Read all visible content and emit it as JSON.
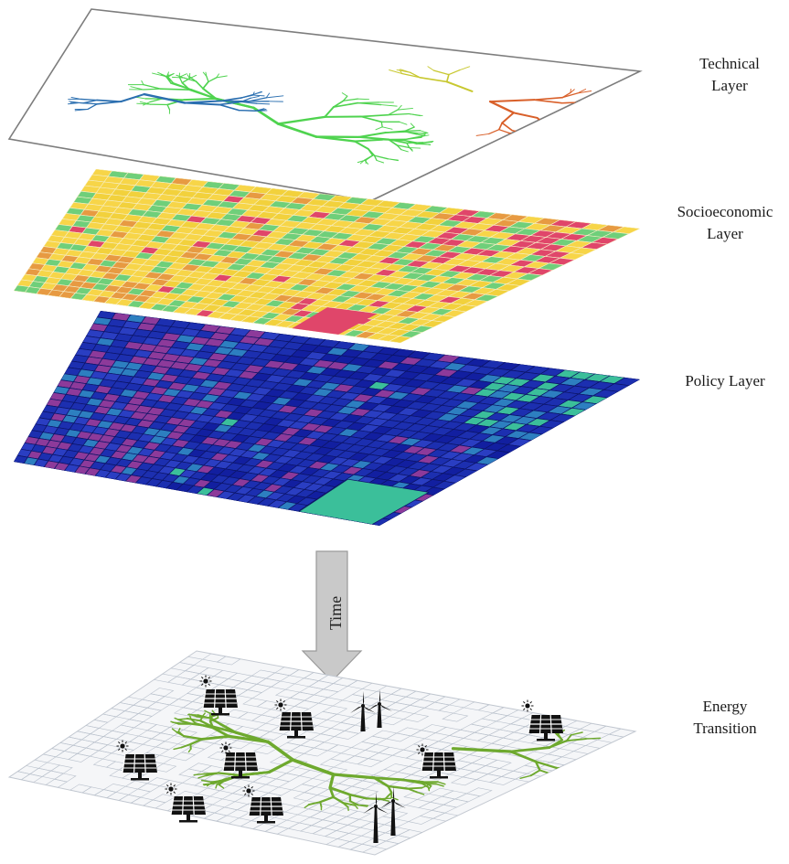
{
  "labels": {
    "technical": [
      "Technical",
      "Layer"
    ],
    "socioeconomic": [
      "Socioeconomic",
      "Layer"
    ],
    "policy": "Policy Layer",
    "energy": [
      "Energy",
      "Transition"
    ],
    "time": "Time"
  },
  "icons": {
    "solar": "solar-panel-icon",
    "wind": "wind-turbine-icon",
    "sun": "sun-icon"
  },
  "colors": {
    "technical_network": [
      "#4fd34f",
      "#2b6fb0",
      "#c8c830",
      "#d9602a"
    ],
    "socioeconomic_palette": [
      "#f7d548",
      "#f2d13c",
      "#6fcf7a",
      "#e79a42",
      "#e0466a"
    ],
    "policy_palette": [
      "#1c2fb0",
      "#121fa0",
      "#2a3ec2",
      "#8d3a9a",
      "#3bbf9a",
      "#2d7fc0"
    ],
    "energy_grid": "#b9c1cc",
    "energy_network": "#6ea92e",
    "time_arrow": "#c8c8c8"
  }
}
